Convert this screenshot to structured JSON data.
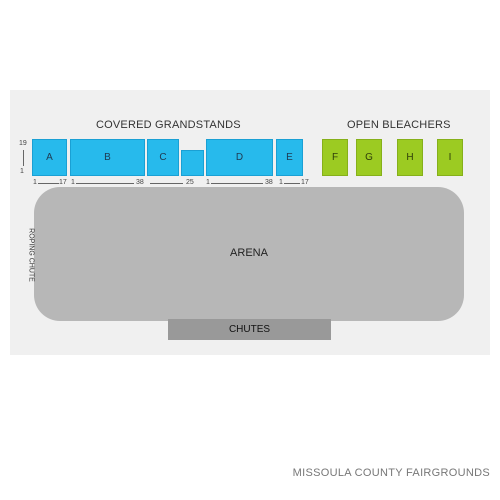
{
  "headings": {
    "covered": "COVERED GRANDSTANDS",
    "open": "OPEN BLEACHERS"
  },
  "row_scale": {
    "top": "19",
    "bottom": "1"
  },
  "sections": {
    "A": "A",
    "B": "B",
    "C": "C",
    "D": "D",
    "E": "E",
    "F": "F",
    "G": "G",
    "H": "H",
    "I": "I"
  },
  "dimensions": {
    "a": {
      "start": "1",
      "end": "17"
    },
    "b": {
      "start": "1",
      "end": "38"
    },
    "c": {
      "end": "25"
    },
    "d": {
      "start": "1",
      "end": "38"
    },
    "e": {
      "start": "1",
      "end": "17"
    }
  },
  "labels": {
    "arena": "ARENA",
    "roping_chute": "ROPING CHUTE",
    "chutes": "CHUTES"
  },
  "venue": "MISSOULA COUNTY FAIRGROUNDS",
  "colors": {
    "covered": "#27baec",
    "open": "#9ccb22",
    "arena": "#b7b7b7",
    "chutes": "#999999",
    "panel": "#f0f0f0"
  }
}
